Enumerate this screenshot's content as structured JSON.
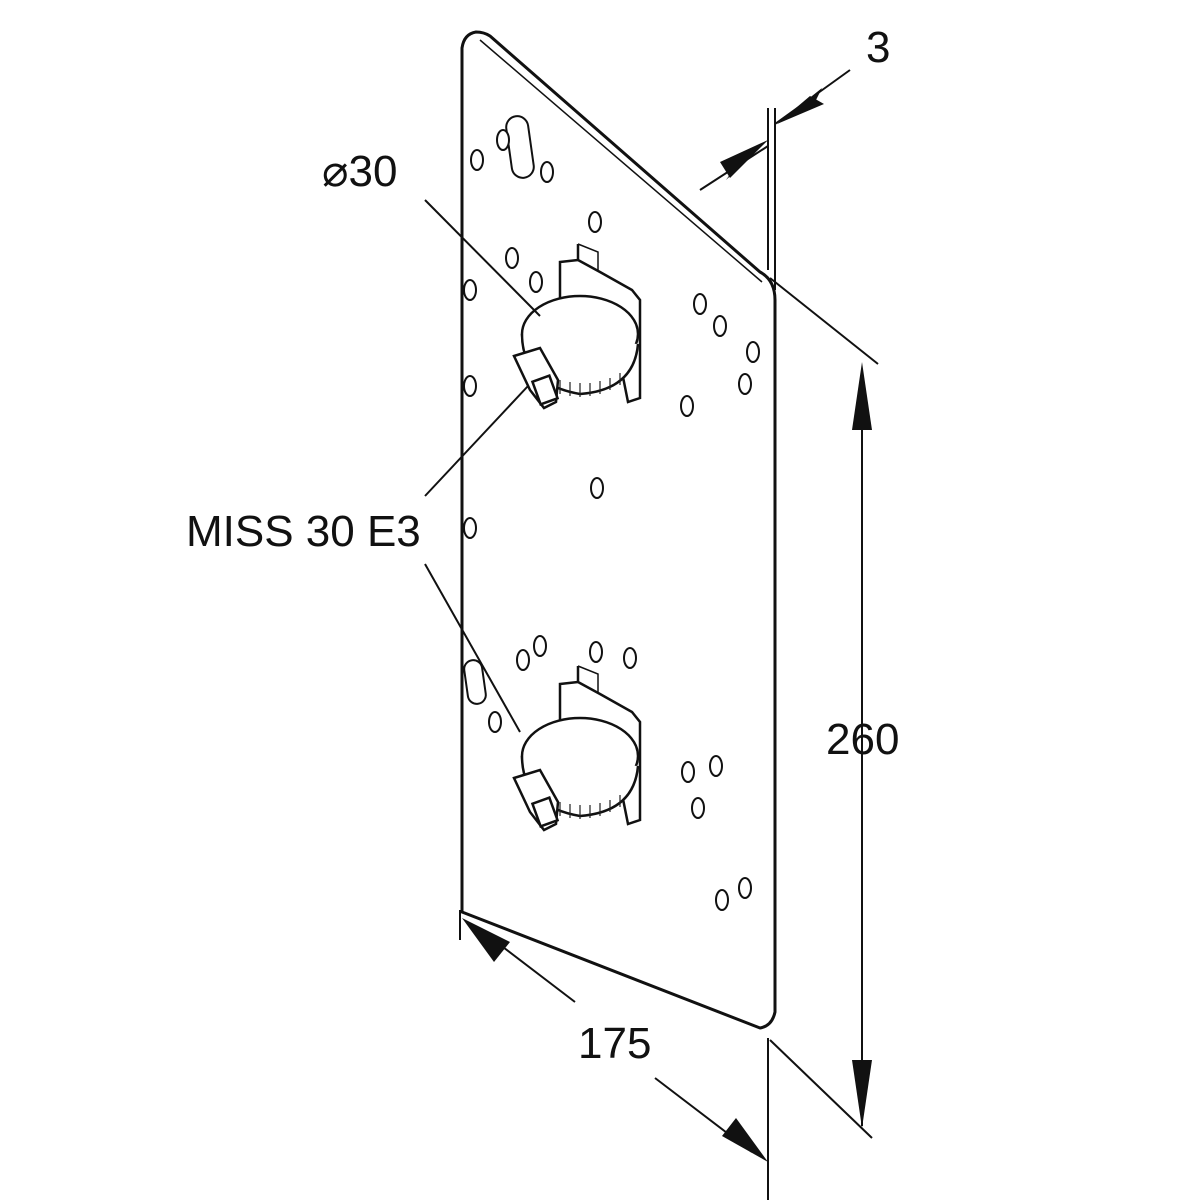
{
  "labels": {
    "thickness": "3",
    "diameter": "⌀30",
    "part_number": "MISS 30 E3",
    "height": "260",
    "width": "175"
  }
}
